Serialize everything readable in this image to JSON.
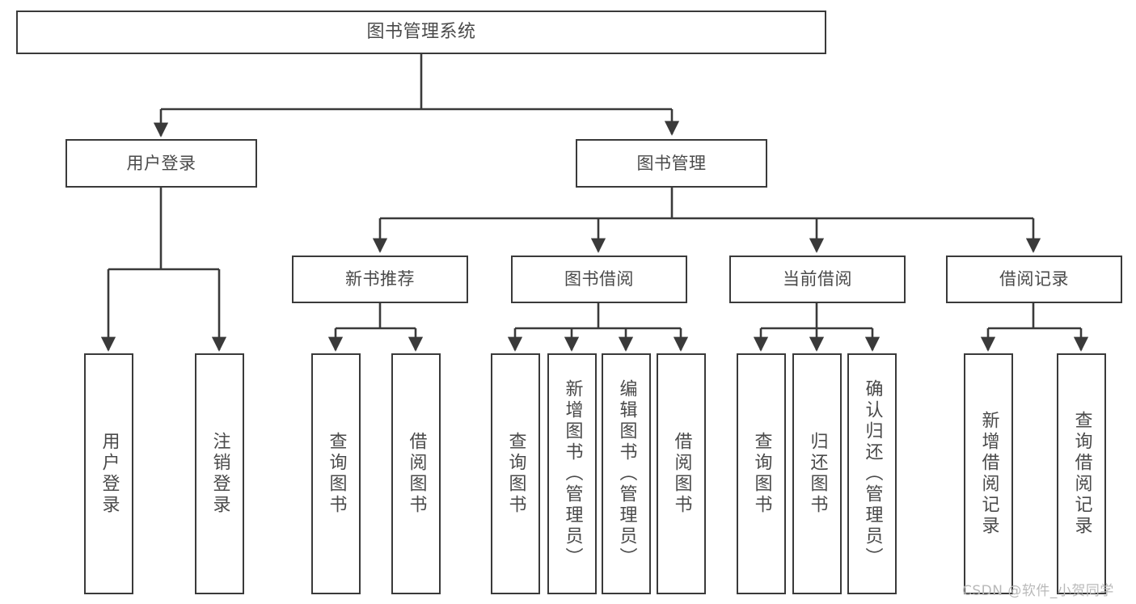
{
  "diagram": {
    "title": "图书管理系统",
    "type": "tree-hierarchy",
    "root": {
      "label": "图书管理系统"
    },
    "level2": [
      {
        "label": "用户登录"
      },
      {
        "label": "图书管理"
      }
    ],
    "level3": [
      {
        "label": "新书推荐"
      },
      {
        "label": "图书借阅"
      },
      {
        "label": "当前借阅"
      },
      {
        "label": "借阅记录"
      }
    ],
    "leaves": {
      "user_login": [
        {
          "label": "用户登录"
        },
        {
          "label": "注销登录"
        }
      ],
      "new_book_recommend": [
        {
          "label": "查询图书"
        },
        {
          "label": "借阅图书"
        }
      ],
      "book_borrow": [
        {
          "label": "查询图书"
        },
        {
          "label": "新增图书（管理员）"
        },
        {
          "label": "编辑图书（管理员）"
        },
        {
          "label": "借阅图书"
        }
      ],
      "current_borrow": [
        {
          "label": "查询图书"
        },
        {
          "label": "归还图书"
        },
        {
          "label": "确认归还（管理员）"
        }
      ],
      "borrow_record": [
        {
          "label": "新增借阅记录"
        },
        {
          "label": "查询借阅记录"
        }
      ]
    }
  },
  "watermark": {
    "text": "CSDN @软件_小贺同学"
  },
  "colors": {
    "border": "#3a3a3a",
    "text": "#4a4a4a",
    "background": "#ffffff",
    "watermark": "#b9b9b9"
  }
}
